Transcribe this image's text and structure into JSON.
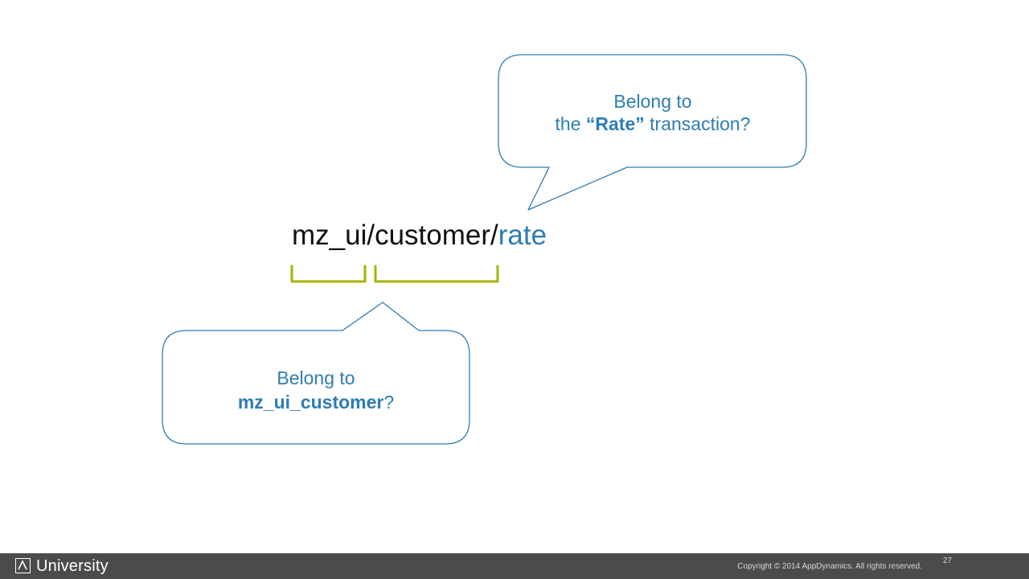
{
  "slide": {
    "page_number": "27",
    "colors": {
      "accent": "#2d7db3",
      "bracket": "#a3b400",
      "footer_bg": "#4b4b4b"
    }
  },
  "url_path": {
    "prefix": "mz_ui/customer/",
    "last_segment": "rate"
  },
  "callout_top": {
    "line1": "Belong to",
    "line2_pre": "the ",
    "line2_bold": "“Rate”",
    "line2_post": " transaction?"
  },
  "callout_bottom": {
    "line1": "Belong to",
    "line2_bold": "mz_ui_customer",
    "line2_post": "?"
  },
  "footer": {
    "logo_icon": "appdynamics-logo-icon",
    "brand": "University",
    "copyright": "Copyright © 2014 AppDynamics. All rights reserved."
  }
}
